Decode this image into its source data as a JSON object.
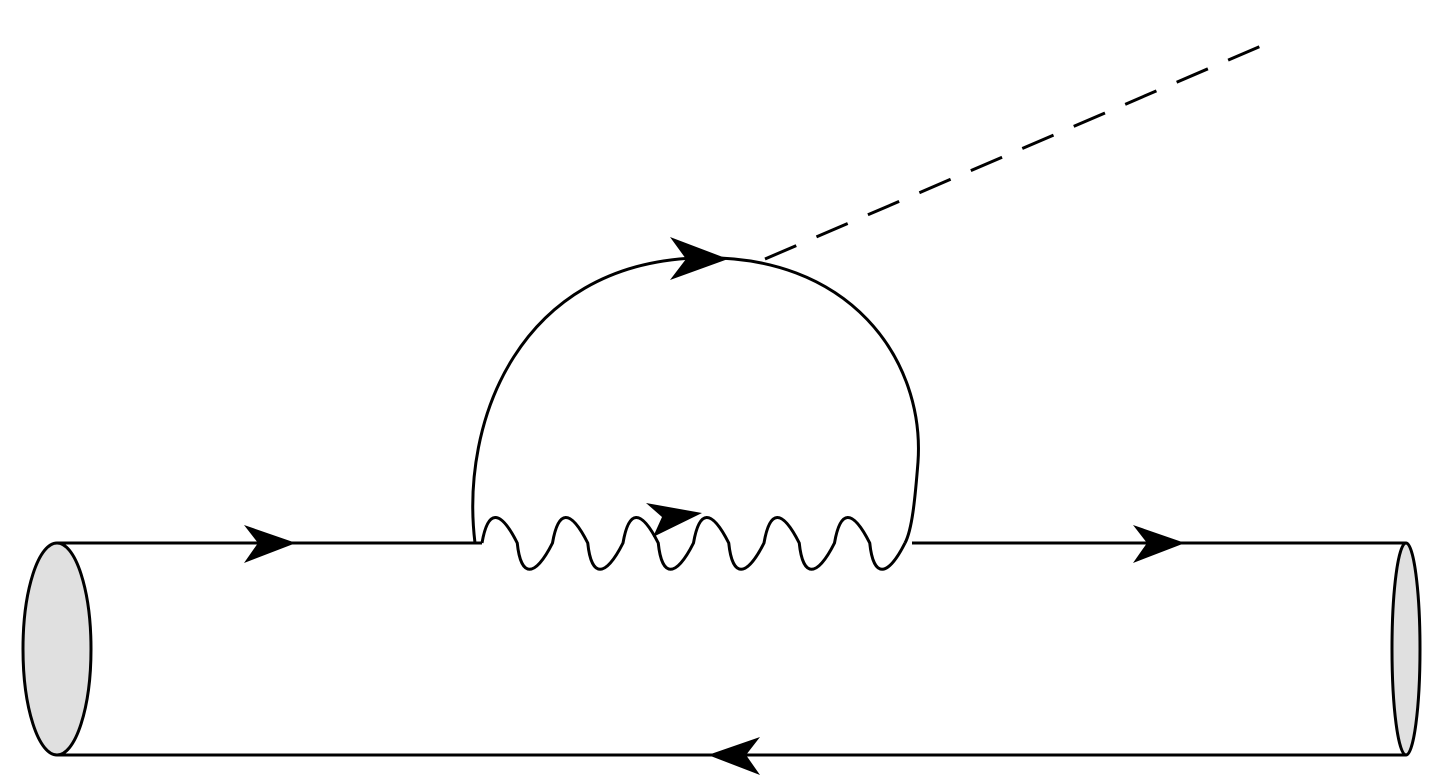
{
  "diagram": {
    "type": "feynman-diagram",
    "colors": {
      "background": "#ffffff",
      "line": "#000000",
      "cap_fill": "#e0e0e0"
    },
    "elements": {
      "tube": "cylinder",
      "upper_fermion_line": "solid-line-arrows-right",
      "lower_fermion_line": "solid-line-arrow-left",
      "loop_fermion": "solid-arc-arrow-right",
      "photon": "wavy-line-arrow",
      "scalar": "dashed-line"
    }
  }
}
